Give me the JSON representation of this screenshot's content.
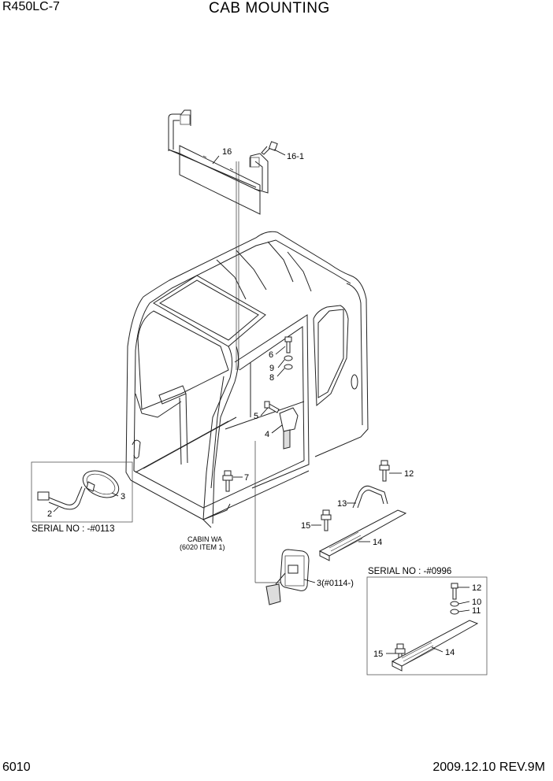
{
  "header": {
    "model": "R450LC-7",
    "title": "CAB MOUNTING"
  },
  "footer": {
    "page_number": "6010",
    "date_revision": "2009.12.10  REV.9M"
  },
  "callouts": {
    "p16": "16",
    "p16_1": "16-1",
    "p6": "6",
    "p9": "9",
    "p8": "8",
    "p5": "5",
    "p4": "4",
    "p7": "7",
    "p12": "12",
    "p13": "13",
    "p15": "15",
    "p14": "14",
    "p3": "3",
    "p2": "2",
    "p3_alt": "3(#0114-)",
    "p12b": "12",
    "p10b": "10",
    "p11b": "11",
    "p15b": "15",
    "p14b": "14"
  },
  "notes": {
    "serial_left": "SERIAL NO : -#0113",
    "serial_right": "SERIAL NO : -#0996",
    "cabin_line1": "CABIN WA",
    "cabin_line2": "(6020 ITEM 1)"
  }
}
